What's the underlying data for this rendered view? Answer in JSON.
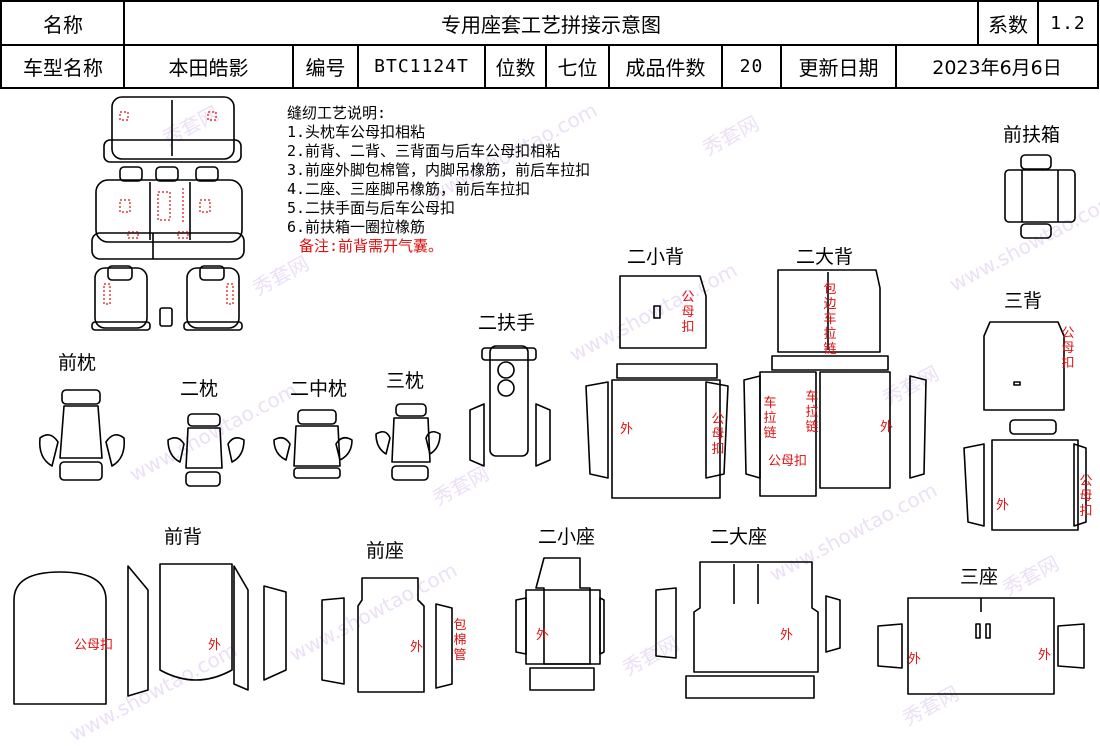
{
  "header": {
    "name_label": "名称",
    "doc_title": "专用座套工艺拼接示意图",
    "coef_label": "系数",
    "coef_value": "1.2",
    "model_label": "车型名称",
    "model_value": "本田皓影",
    "code_label": "编号",
    "code_value": "BTC1124T",
    "seats_label": "位数",
    "seats_value": "七位",
    "pieces_label": "成品件数",
    "pieces_value": "20",
    "date_label": "更新日期",
    "date_value": "2023年6月6日"
  },
  "notes": {
    "title": "缝纫工艺说明:",
    "items": [
      "1.头枕车公母扣相粘",
      "2.前背、二背、三背面与后车公母扣相粘",
      "3.前座外脚包棉管，内脚吊橡筋，前后车拉扣",
      "4.二座、三座脚吊橡筋，前后车拉扣",
      "5.二扶手面与后车公母扣",
      "6.前扶箱一圈拉橡筋"
    ],
    "remark": "备注:前背需开气囊。"
  },
  "parts": {
    "front_box": "前扶箱",
    "second_small_back": "二小背",
    "second_big_back": "二大背",
    "third_back": "三背",
    "second_armrest": "二扶手",
    "front_pillow": "前枕",
    "second_pillow": "二枕",
    "second_mid_pillow": "二中枕",
    "third_pillow": "三枕",
    "front_back": "前背",
    "front_seat": "前座",
    "second_small_seat": "二小座",
    "second_big_seat": "二大座",
    "third_seat": "三座"
  },
  "annotations": {
    "snap": "公母扣",
    "outer": "外",
    "wrap_edge_zipper": "包边车拉链",
    "zipper": "车拉链",
    "wrap_cotton": "包棉管"
  },
  "watermark": {
    "brand_cn": "秀套网",
    "brand_url": "www.showtao.com"
  },
  "colors": {
    "annotation_red": "#e01010",
    "line": "#000000",
    "watermark": "#c8a8e8"
  }
}
